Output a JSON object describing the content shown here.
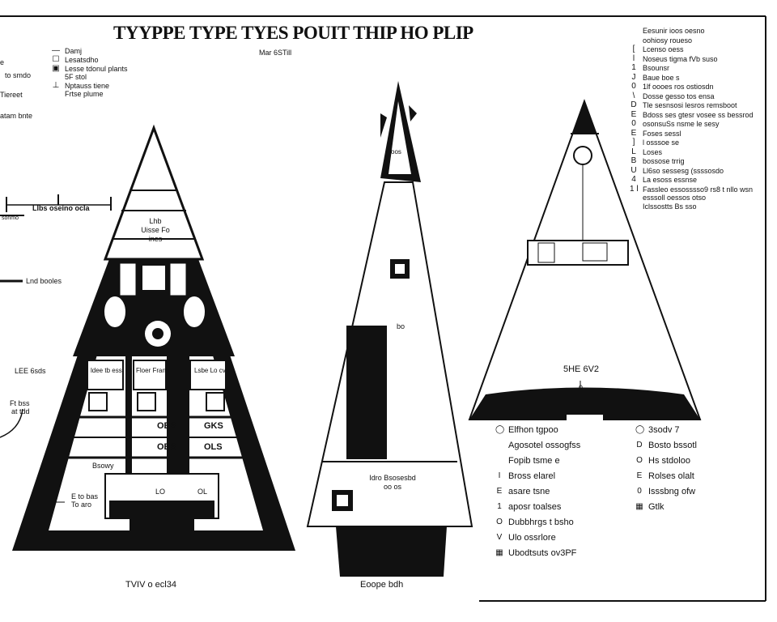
{
  "title": "TYYPPE TYPE TYES POUIT THIP HO PLIP",
  "subtitle": "Mar 6STill",
  "left_legend": [
    {
      "icon": "dash",
      "label": "Damj"
    },
    {
      "icon": "square",
      "label": "Lesatsdho"
    },
    {
      "icon": "filled-square",
      "label": "Lesse tdonul plants 5F stol"
    },
    {
      "icon": "pin",
      "label": "Nptauss tiene Frtse plume"
    }
  ],
  "left_edge_labels": [
    "e",
    "to smdo",
    "Tiereet",
    "atam bnte"
  ],
  "scale_bar_label": "Llbs oseino ocla",
  "scale_bar_sublabel": "sonmo",
  "side_labels": [
    "Lnd booles",
    "LEE 6sds",
    "Ft bss",
    "at tdd"
  ],
  "left_diagram": {
    "caption": "TVIV o ecl34",
    "apex_label": "Lhb Uisse Fo ines",
    "cells": [
      "ldee tb ess",
      "Floer Frans",
      "Lsbe Lo cv",
      "OBS",
      "GKS",
      "OBS",
      "OLS",
      "Bsowy",
      "E to bas",
      "To aro",
      "LO",
      "OL"
    ]
  },
  "middle_diagram": {
    "caption": "Eoope bdh",
    "tip_label": "oos",
    "mid_label": "bo",
    "base_label": "Idro Bsosesbd oo os"
  },
  "right_diagram": {
    "center_label": "5HE 6V2",
    "sub_label": "0"
  },
  "notes": [
    {
      "icon": "",
      "label": "Eesunir ioos oesno"
    },
    {
      "icon": "",
      "label": "oohiosy roueso"
    },
    {
      "icon": "[",
      "label": "Lcenso oess"
    },
    {
      "icon": "l",
      "label": "Noseus tigma fVb suso"
    },
    {
      "icon": "1",
      "label": "Bsounsr"
    },
    {
      "icon": "J",
      "label": "Baue boe s"
    },
    {
      "icon": "0",
      "label": "1lf oooes ros ostiosdn"
    },
    {
      "icon": "\\",
      "label": "Dosse gesso tos ensa"
    },
    {
      "icon": "D",
      "label": "Tle sesnsosi lesros remsboot"
    },
    {
      "icon": "E",
      "label": "Bdoss ses gtesr vosee ss bessrod"
    },
    {
      "icon": "0",
      "label": "osonsuSs nsme le sesy"
    },
    {
      "icon": "E",
      "label": "Foses sessl"
    },
    {
      "icon": "]",
      "label": "l osssoe se"
    },
    {
      "icon": "L",
      "label": "Loses"
    },
    {
      "icon": "B",
      "label": "bossose trrig"
    },
    {
      "icon": "U",
      "label": "Ll6so sessesg (ssssosdo"
    },
    {
      "icon": "4",
      "label": "La esoss essnse"
    },
    {
      "icon": "1 l",
      "label": "Fassleo essosssso9 rs8 t nllo wsn esssoll oessos otso"
    },
    {
      "icon": "",
      "label": "Iclssostts Bs sso"
    }
  ],
  "bottom_left_legend": [
    {
      "icon": "circle",
      "label": "Elfhon tgpoo"
    },
    {
      "icon": "",
      "label": "Agosotel ossogfss"
    },
    {
      "icon": "",
      "label": "Fopib tsme e"
    },
    {
      "icon": "I",
      "label": "Bross elarel"
    },
    {
      "icon": "E",
      "label": "asare tsne"
    },
    {
      "icon": "1",
      "label": "aposr toalses"
    },
    {
      "icon": "O",
      "label": "Dubbhrgs t bsho"
    },
    {
      "icon": "V",
      "label": "Ulo ossrlore"
    },
    {
      "icon": "grid",
      "label": "Ubodtsuts ov3PF"
    }
  ],
  "bottom_right_legend": [
    {
      "icon": "circle",
      "label": "3sodv 7"
    },
    {
      "icon": "D",
      "label": "Bosto bssotl"
    },
    {
      "icon": "O",
      "label": "Hs stdoloo"
    },
    {
      "icon": "E",
      "label": "Rolses olalt"
    },
    {
      "icon": "0",
      "label": "Isssbng ofw"
    },
    {
      "icon": "grid",
      "label": "Gtlk"
    }
  ]
}
